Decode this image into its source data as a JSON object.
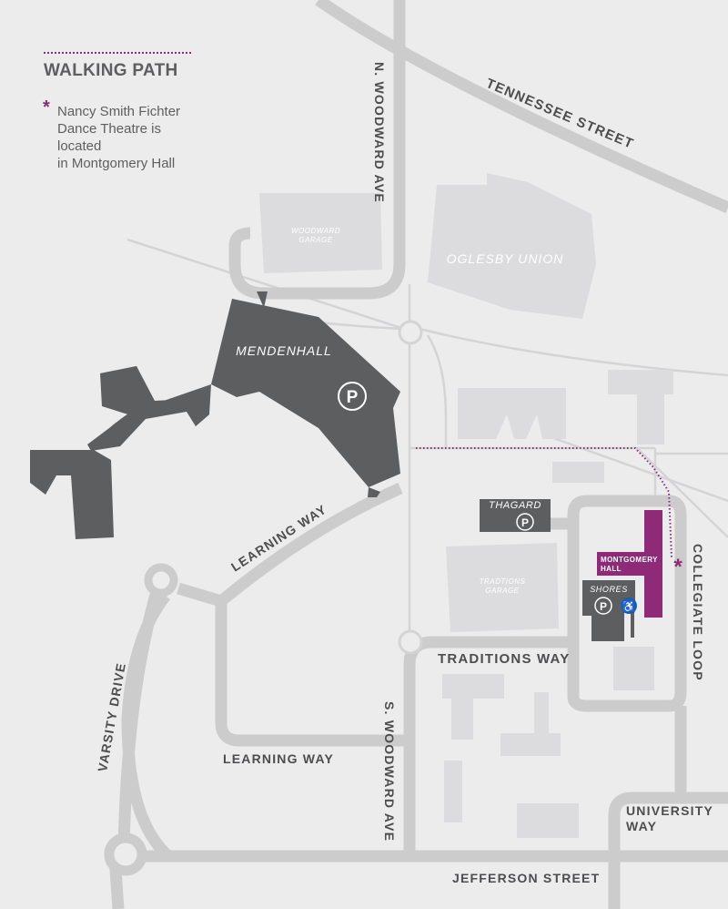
{
  "legend": {
    "walking_path_label": "WALKING PATH",
    "note_lines": [
      "Nancy Smith Fichter",
      "Dance Theatre is located",
      "in Montgomery Hall"
    ]
  },
  "streets": {
    "tennessee": "TENNESSEE STREET",
    "n_woodward": "N. WOODWARD AVE",
    "learning_way_upper": "LEARNING  WAY",
    "learning_way_lower": "LEARNING  WAY",
    "varsity": "VARSITY DRIVE",
    "s_woodward": "S. WOODWARD AVE",
    "traditions": "TRADITIONS WAY",
    "collegiate": "COLLEGIATE LOOP",
    "university_line1": "UNIVERSITY",
    "university_line2": "WAY",
    "jefferson": "JEFFERSON STREET"
  },
  "buildings": {
    "woodward_garage_line1": "WOODWARD",
    "woodward_garage_line2": "GARAGE",
    "oglesby_union": "OGLESBY UNION",
    "mendenhall": "MENDENHALL",
    "thagard": "THAGARD",
    "traditions_garage_line1": "TRADTIONS",
    "traditions_garage_line2": "GARAGE",
    "shores": "SHORES",
    "montgomery_line1": "MONTGOMERY",
    "montgomery_line2": "HALL"
  },
  "icons": {
    "parking_letter": "P",
    "accessible_symbol": "♿",
    "destination_star": "*"
  },
  "colors": {
    "background": "#ececec",
    "road": "#cccccd",
    "minor_path": "#d4d4d6",
    "building_light": "#dcdcde",
    "parking_building": "#5d5e60",
    "highlight": "#8e2a78",
    "label_dark": "#4d4d4f",
    "accessible_blue": "#1a62b0"
  }
}
